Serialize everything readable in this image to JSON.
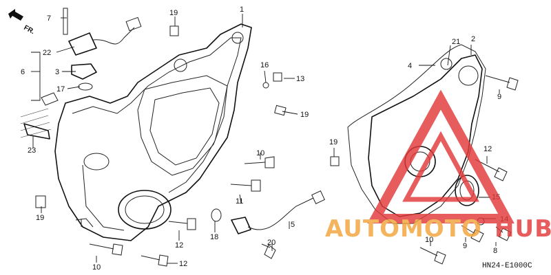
{
  "diagram": {
    "direction_label": "FR.",
    "drawing_code": "HN24-E1000C",
    "watermark_text_a": "AUTOMOTO",
    "watermark_text_b": "HUB",
    "colors": {
      "watermark_red": "#e23a3a",
      "watermark_orange": "#f2a33a",
      "line": "#111111"
    },
    "callouts": {
      "c1": "1",
      "c2": "2",
      "c3": "3",
      "c4": "4",
      "c5": "5",
      "c6": "6",
      "c7": "7",
      "c8": "8",
      "c9a": "9",
      "c9b": "9",
      "c10a": "10",
      "c10b": "10",
      "c10c": "10",
      "c11": "11",
      "c12a": "12",
      "c12b": "12",
      "c12c": "12",
      "c13": "13",
      "c14": "14",
      "c15": "15",
      "c16": "16",
      "c17": "17",
      "c18": "18",
      "c19a": "19",
      "c19b": "19",
      "c19c": "19",
      "c19d": "19",
      "c20": "20",
      "c21": "21",
      "c22": "22",
      "c23": "23"
    }
  }
}
